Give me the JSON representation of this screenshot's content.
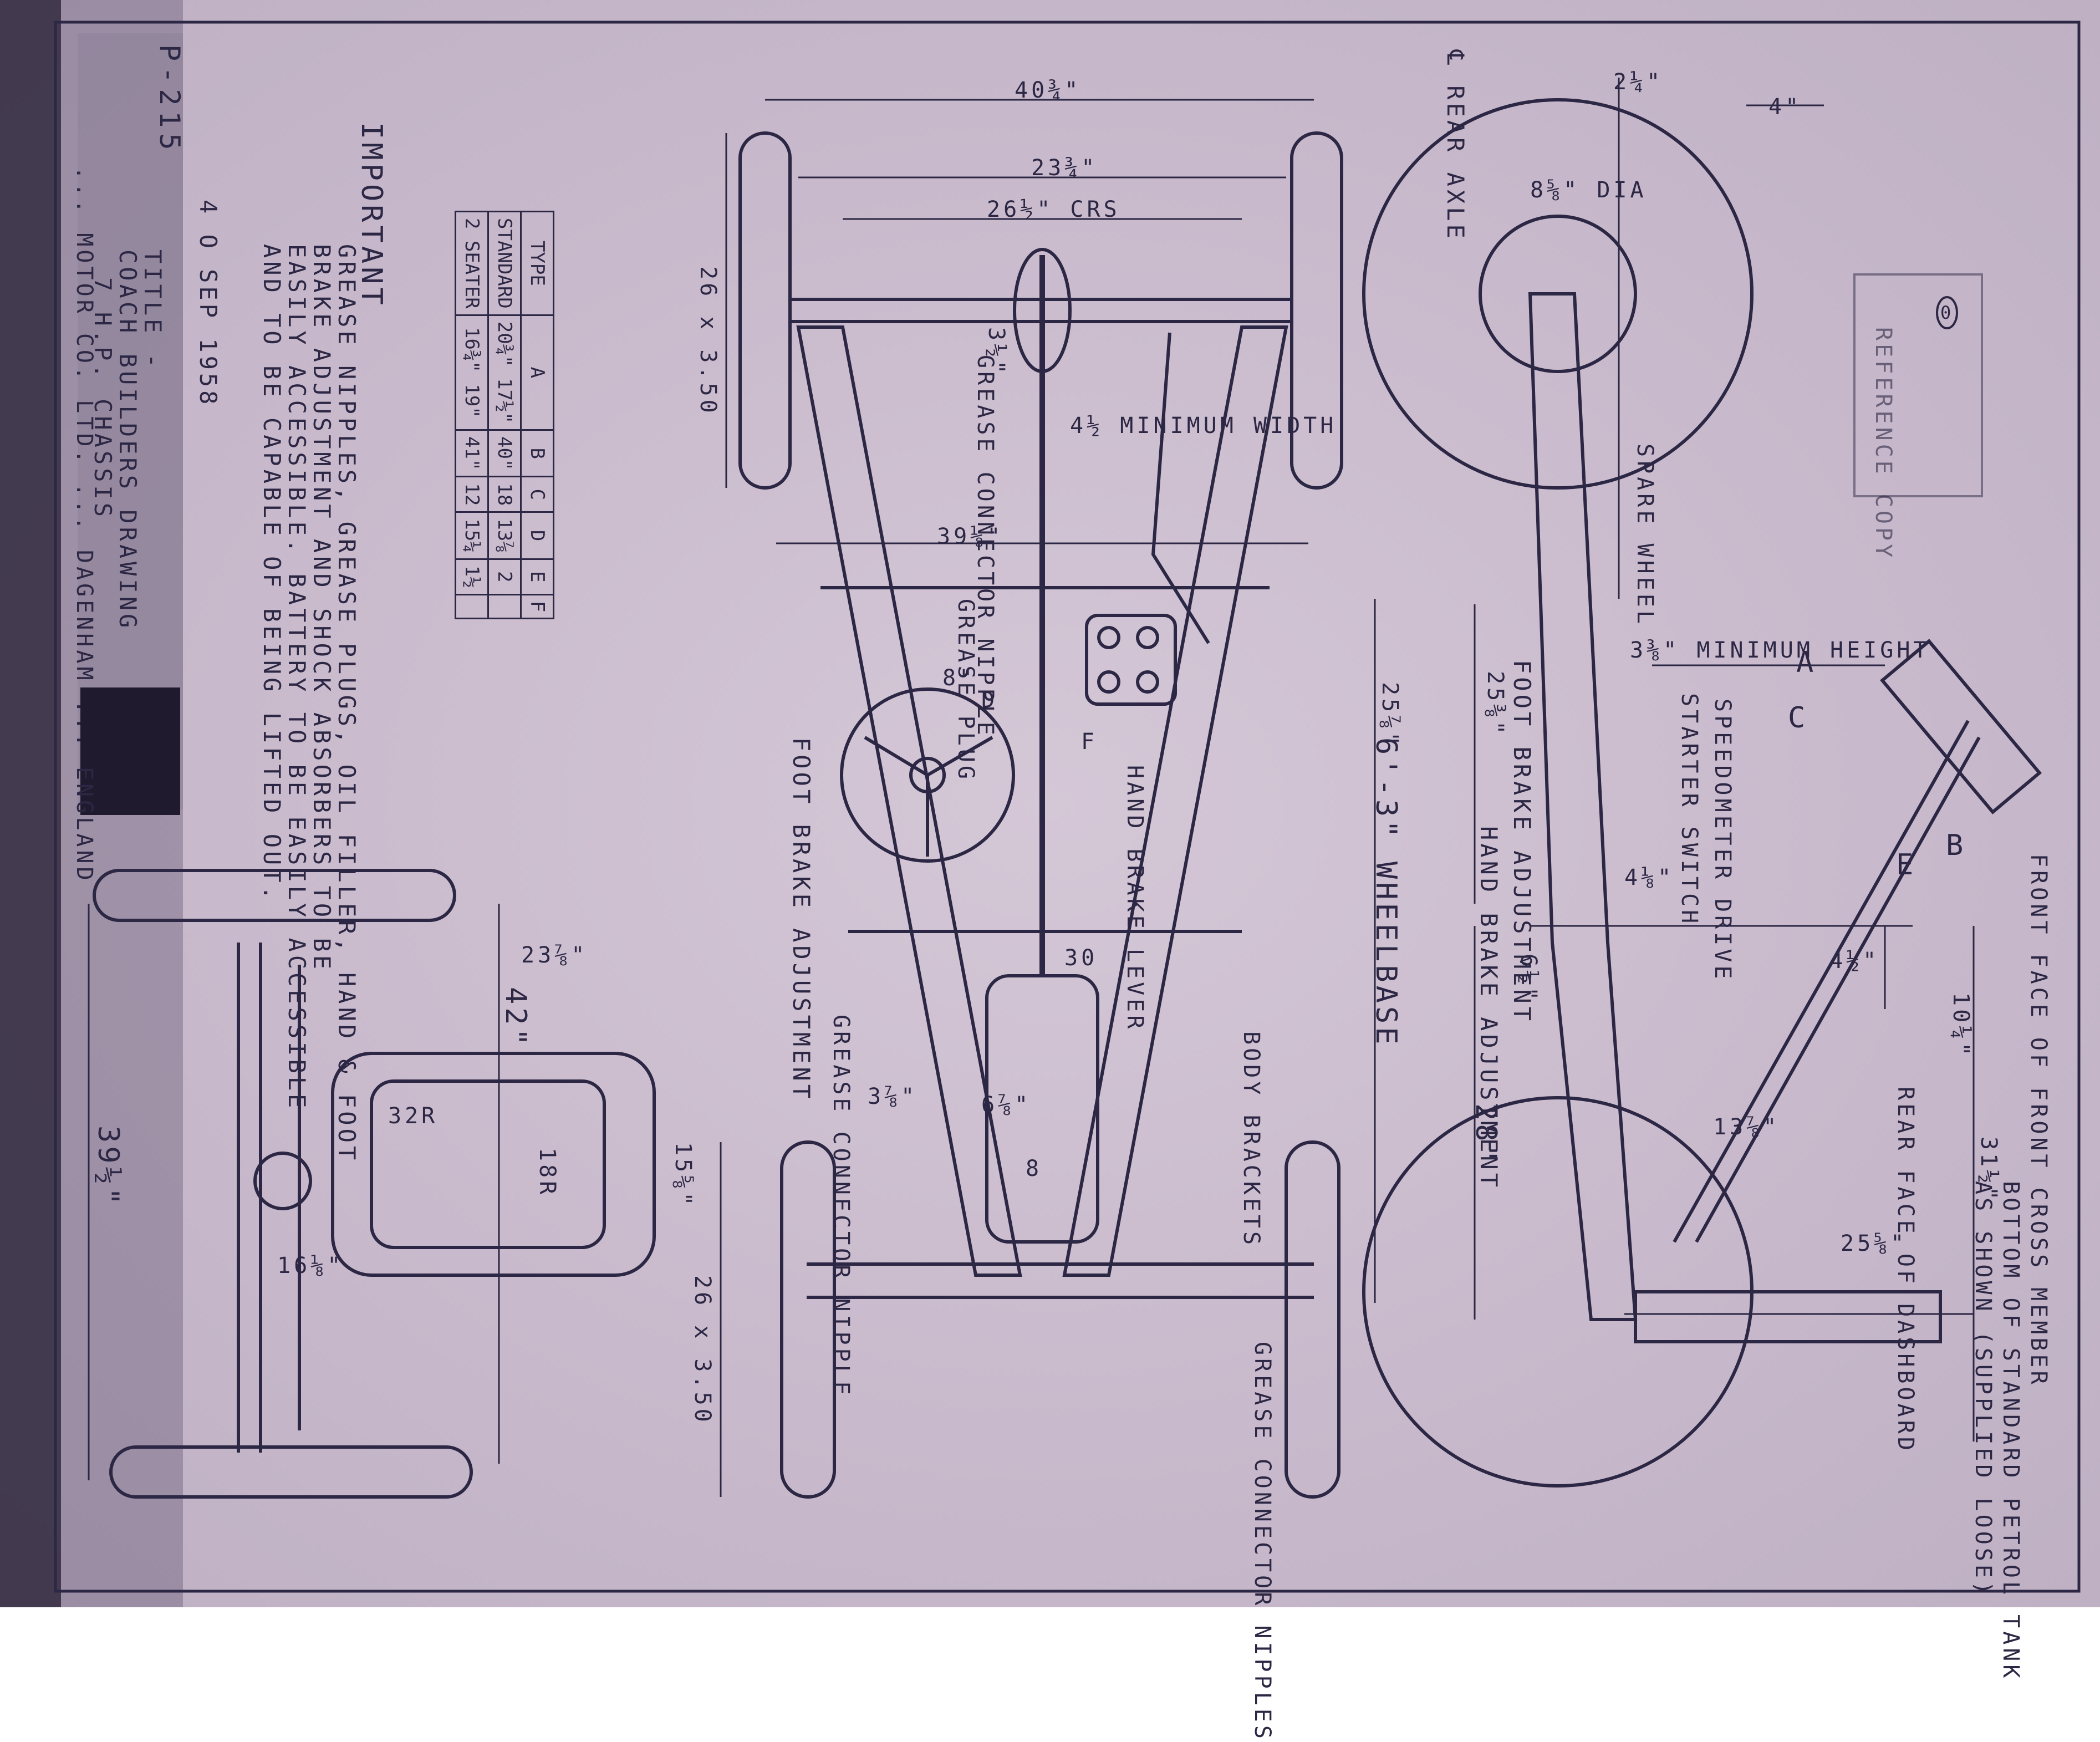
{
  "colors": {
    "paper": "#cdbfcf",
    "ink": "#2c2744",
    "dark_band": "#1f1a2e"
  },
  "title_block": {
    "drawing_no": "P-215",
    "title_label": "TITLE -",
    "title_line1": "COACH BUILDERS DRAWING",
    "title_line2": "7 H.P. CHASSIS",
    "stamp": "4 O SEP 1958",
    "footer": "... MOTOR CO. LTD. ... DAGENHAM ... ENGLAND"
  },
  "important_note": {
    "heading": "IMPORTANT",
    "lines": [
      "GREASE NIPPLES, GREASE PLUGS, OIL FILLER, HAND & FOOT",
      "BRAKE ADJUSTMENT AND SHOCK ABSORBERS TO BE",
      "EASILY ACCESSIBLE. BATTERY TO BE EASILY ACCESSIBLE",
      "AND TO BE CAPABLE OF BEING LIFTED OUT."
    ]
  },
  "type_table": {
    "header": [
      "TYPE",
      "A",
      "B",
      "C",
      "D",
      "E",
      "F"
    ],
    "rows": [
      [
        "STANDARD",
        "20¾\" 17½\"",
        "40\"",
        "18",
        "13⅞",
        "2"
      ],
      [
        "2 SEATER",
        "16¾\" 19\"",
        "41\"",
        "12",
        "15¼",
        "1½"
      ]
    ]
  },
  "plan_view_labels": {
    "overall_width": "40¾\"",
    "frame_width": "23¾\"",
    "rear_track": "26½\" CRS",
    "tyre_rear": "26 x 3.50",
    "tyre_front": "26 x 3.50",
    "axle_clear": "3½\"",
    "min_width": "4½ MINIMUM WIDTH",
    "cross_dim": "39⅛\"",
    "wheelbase": "6'-3\" WHEELBASE",
    "dim_25": "25⅞\"",
    "dim_8": "8\"",
    "dim_8b": "8",
    "dim_30": "30",
    "dim_6": "6⅞\"",
    "dim_3": "3⅞\"",
    "grease_1": "GREASE CONNECTOR NIPPLE",
    "grease_2": "GREASE CONNECTOR NIPPLE",
    "grease_3": "GREASE CONNECTOR NIPPLES",
    "grease_plug": "GREASE PLUG",
    "foot_brake": "FOOT BRAKE ADJUSTMENT",
    "hand_brake": "HAND BRAKE LEVER",
    "body_brackets": "BODY BRACKETS",
    "letter_d": "D",
    "letter_f": "F"
  },
  "front_view_labels": {
    "width_42": "42\"",
    "dim_23": "23⅞\"",
    "dim_39": "39½\"",
    "rad_32": "32R",
    "rad_18": "18R",
    "dim_15": "15⅝\"",
    "dim_16": "16⅛\""
  },
  "side_view_labels": {
    "rear_axle": "℄ REAR AXLE",
    "dia": "8⅝\" DIA",
    "dim_2": "2¼\"",
    "dim_4": "4\"",
    "spare_wheel": "SPARE WHEEL",
    "min_height": "3⅜\" MINIMUM HEIGHT",
    "foot_brake": "FOOT BRAKE ADJUSTMENT",
    "hand_brake": "HAND BRAKE ADJUSTMENT",
    "starter": "STARTER SWITCH",
    "speedometer": "SPEEDOMETER DRIVE",
    "dim_25": "25⅜\"",
    "dim_28": "28\"",
    "dim_6": "6½\"",
    "dim_4b": "4⅛\"",
    "dim_4c": "4½\"",
    "dim_10": "10¼\"",
    "dim_13": "13⅞\"",
    "dim_31": "31½\"",
    "dim_25b": "25⅝\"",
    "rear_face": "REAR FACE OF DASHBOARD",
    "front_face": "FRONT FACE OF FRONT CROSS MEMBER",
    "tank_note_1": "BOTTOM OF STANDARD PETROL TANK",
    "tank_note_2": "AS SHOWN (SUPPLIED LOOSE)",
    "letter_a": "A",
    "letter_b": "B",
    "letter_c": "C",
    "letter_e": "E"
  },
  "stamp_marks": {
    "right_stamp": "REFERENCE COPY",
    "sheet_no": "0"
  }
}
